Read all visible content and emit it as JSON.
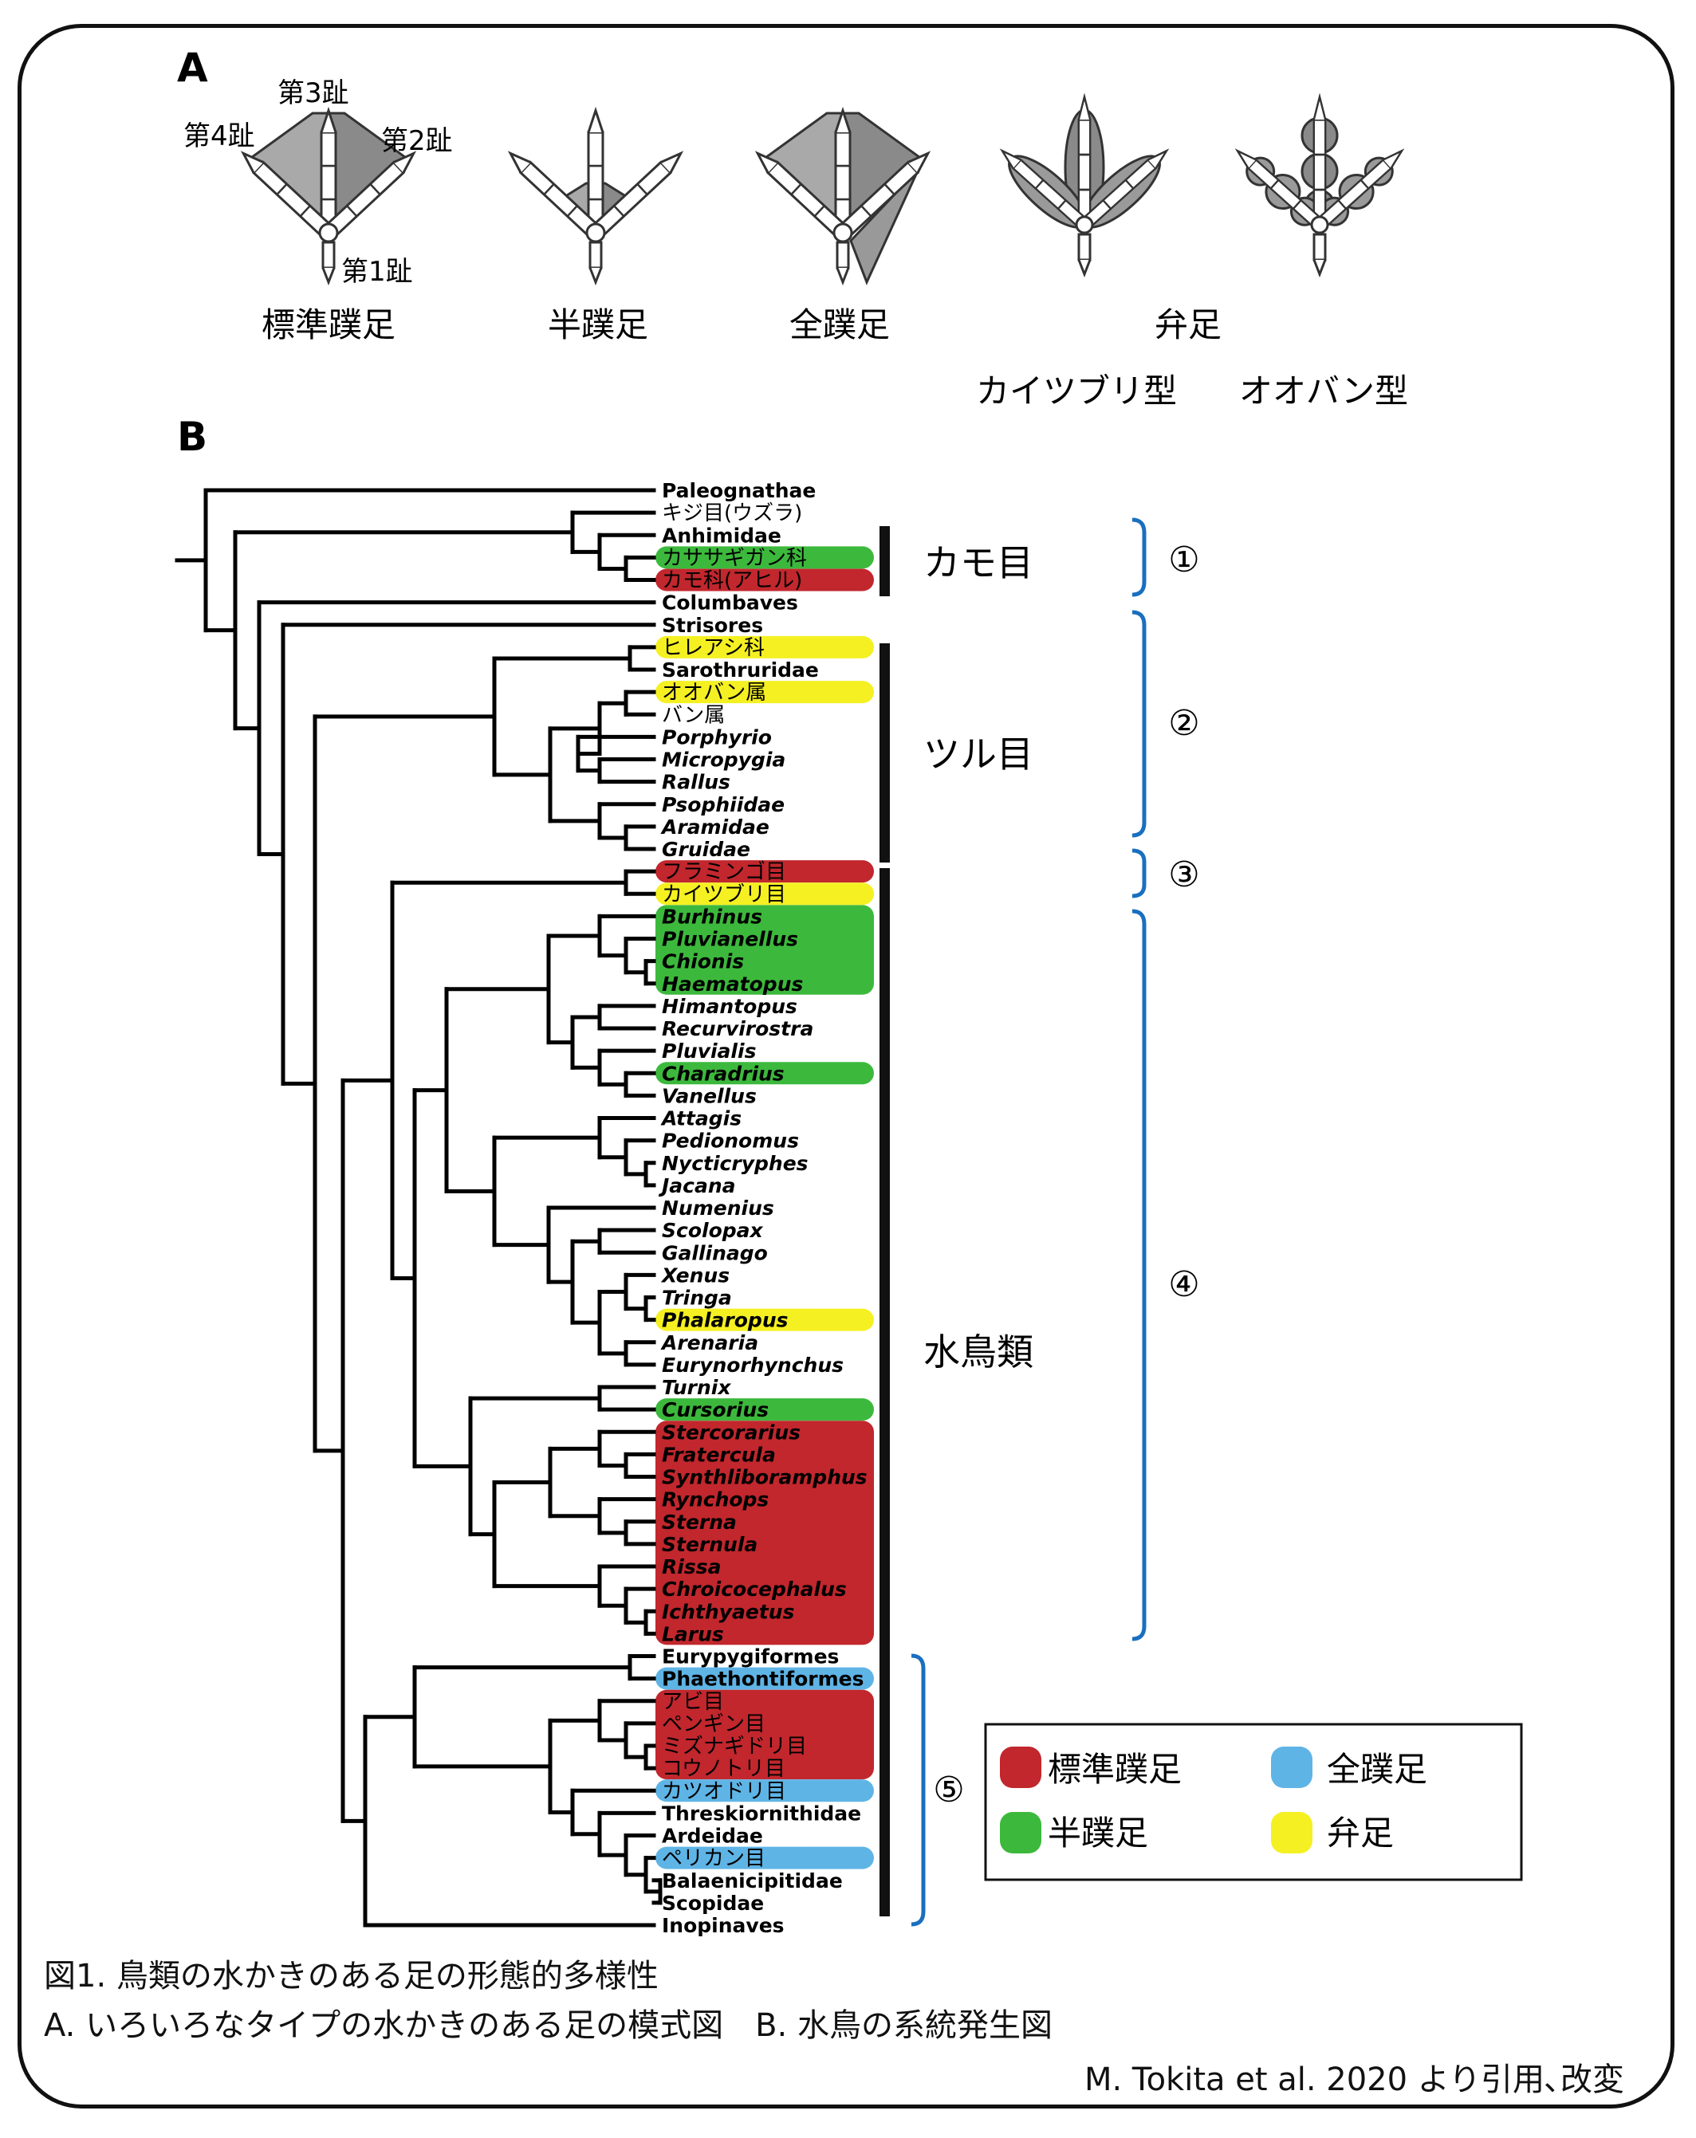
{
  "panel_a": {
    "label": "A",
    "toe_labels": {
      "toe3": "第3趾",
      "toe4": "第4趾",
      "toe2": "第2趾",
      "toe1": "第1趾"
    },
    "foot_types": [
      "標準蹼足",
      "半蹼足",
      "全蹼足",
      "弁足"
    ],
    "lobed_subtypes": [
      "カイツブリ型",
      "オオバン型"
    ]
  },
  "panel_b": {
    "label": "B",
    "colors": {
      "standard": "#c1272d",
      "semi": "#3cb93c",
      "full": "#5fb4e6",
      "lobed": "#f5f022"
    },
    "taxa": [
      {
        "name": "Paleognathae",
        "style": "b",
        "color": ""
      },
      {
        "name": "キジ目(ウズラ)",
        "style": "j",
        "color": ""
      },
      {
        "name": "Anhimidae",
        "style": "b",
        "color": ""
      },
      {
        "name": "カササギガン科",
        "style": "j",
        "color": "semi"
      },
      {
        "name": "カモ科(アヒル)",
        "style": "j",
        "color": "standard"
      },
      {
        "name": "Columbaves",
        "style": "b",
        "color": ""
      },
      {
        "name": "Strisores",
        "style": "b",
        "color": ""
      },
      {
        "name": "ヒレアシ科",
        "style": "j",
        "color": "lobed"
      },
      {
        "name": "Sarothruridae",
        "style": "b",
        "color": ""
      },
      {
        "name": "オオバン属",
        "style": "j",
        "color": "lobed"
      },
      {
        "name": "バン属",
        "style": "j",
        "color": ""
      },
      {
        "name": "Porphyrio",
        "style": "bi",
        "color": ""
      },
      {
        "name": "Micropygia",
        "style": "bi",
        "color": ""
      },
      {
        "name": "Rallus",
        "style": "bi",
        "color": ""
      },
      {
        "name": "Psophiidae",
        "style": "bi",
        "color": ""
      },
      {
        "name": "Aramidae",
        "style": "bi",
        "color": ""
      },
      {
        "name": "Gruidae",
        "style": "bi",
        "color": ""
      },
      {
        "name": "フラミンゴ目",
        "style": "j",
        "color": "standard"
      },
      {
        "name": "カイツブリ目",
        "style": "j",
        "color": "lobed"
      },
      {
        "name": "Burhinus",
        "style": "bi",
        "color": "semi"
      },
      {
        "name": "Pluvianellus",
        "style": "bi",
        "color": "semi"
      },
      {
        "name": "Chionis",
        "style": "bi",
        "color": "semi"
      },
      {
        "name": "Haematopus",
        "style": "bi",
        "color": "semi"
      },
      {
        "name": "Himantopus",
        "style": "bi",
        "color": ""
      },
      {
        "name": "Recurvirostra",
        "style": "bi",
        "color": ""
      },
      {
        "name": "Pluvialis",
        "style": "bi",
        "color": ""
      },
      {
        "name": "Charadrius",
        "style": "bi",
        "color": "semi"
      },
      {
        "name": "Vanellus",
        "style": "bi",
        "color": ""
      },
      {
        "name": "Attagis",
        "style": "bi",
        "color": ""
      },
      {
        "name": "Pedionomus",
        "style": "bi",
        "color": ""
      },
      {
        "name": "Nycticryphes",
        "style": "bi",
        "color": ""
      },
      {
        "name": "Jacana",
        "style": "bi",
        "color": ""
      },
      {
        "name": "Numenius",
        "style": "bi",
        "color": ""
      },
      {
        "name": "Scolopax",
        "style": "bi",
        "color": ""
      },
      {
        "name": "Gallinago",
        "style": "bi",
        "color": ""
      },
      {
        "name": "Xenus",
        "style": "bi",
        "color": ""
      },
      {
        "name": "Tringa",
        "style": "bi",
        "color": ""
      },
      {
        "name": "Phalaropus",
        "style": "bi",
        "color": "lobed"
      },
      {
        "name": "Arenaria",
        "style": "bi",
        "color": ""
      },
      {
        "name": "Eurynorhynchus",
        "style": "bi",
        "color": ""
      },
      {
        "name": "Turnix",
        "style": "bi",
        "color": ""
      },
      {
        "name": "Cursorius",
        "style": "bi",
        "color": "semi"
      },
      {
        "name": "Stercorarius",
        "style": "bi",
        "color": "standard"
      },
      {
        "name": "Fratercula",
        "style": "bi",
        "color": "standard"
      },
      {
        "name": "Synthliboramphus",
        "style": "bi",
        "color": "standard"
      },
      {
        "name": "Rynchops",
        "style": "bi",
        "color": "standard"
      },
      {
        "name": "Sterna",
        "style": "bi",
        "color": "standard"
      },
      {
        "name": "Sternula",
        "style": "bi",
        "color": "standard"
      },
      {
        "name": "Rissa",
        "style": "bi",
        "color": "standard"
      },
      {
        "name": "Chroicocephalus",
        "style": "bi",
        "color": "standard"
      },
      {
        "name": "Ichthyaetus",
        "style": "bi",
        "color": "standard"
      },
      {
        "name": "Larus",
        "style": "bi",
        "color": "standard"
      },
      {
        "name": "Eurypygiformes",
        "style": "b",
        "color": ""
      },
      {
        "name": "Phaethontiformes",
        "style": "b",
        "color": "full"
      },
      {
        "name": "アビ目",
        "style": "j",
        "color": "standard"
      },
      {
        "name": "ペンギン目",
        "style": "j",
        "color": "standard"
      },
      {
        "name": "ミズナギドリ目",
        "style": "j",
        "color": "standard"
      },
      {
        "name": "コウノトリ目",
        "style": "j",
        "color": "standard"
      },
      {
        "name": "カツオドリ目",
        "style": "j",
        "color": "full"
      },
      {
        "name": "Threskiornithidae",
        "style": "b",
        "color": ""
      },
      {
        "name": "Ardeidae",
        "style": "b",
        "color": ""
      },
      {
        "name": "ペリカン目",
        "style": "j",
        "color": "full"
      },
      {
        "name": "Balaenicipitidae",
        "style": "b",
        "color": ""
      },
      {
        "name": "Scopidae",
        "style": "b",
        "color": ""
      },
      {
        "name": "Inopinaves",
        "style": "b",
        "color": ""
      }
    ],
    "clade_labels": [
      "カモ目",
      "ツル目",
      "水鳥類"
    ],
    "group_numbers": [
      "①",
      "②",
      "③",
      "④",
      "⑤"
    ],
    "legend": [
      {
        "label": "標準蹼足",
        "color": "standard"
      },
      {
        "label": "全蹼足",
        "color": "full"
      },
      {
        "label": "半蹼足",
        "color": "semi"
      },
      {
        "label": "弁足",
        "color": "lobed"
      }
    ]
  },
  "caption": {
    "line1": "図1. 鳥類の水かきのある足の形態的多様性",
    "line2": "A. いろいろなタイプの水かきのある足の模式図　B. 水鳥の系統発生図",
    "credit": "M. Tokita et al. 2020 より引用､改変"
  }
}
